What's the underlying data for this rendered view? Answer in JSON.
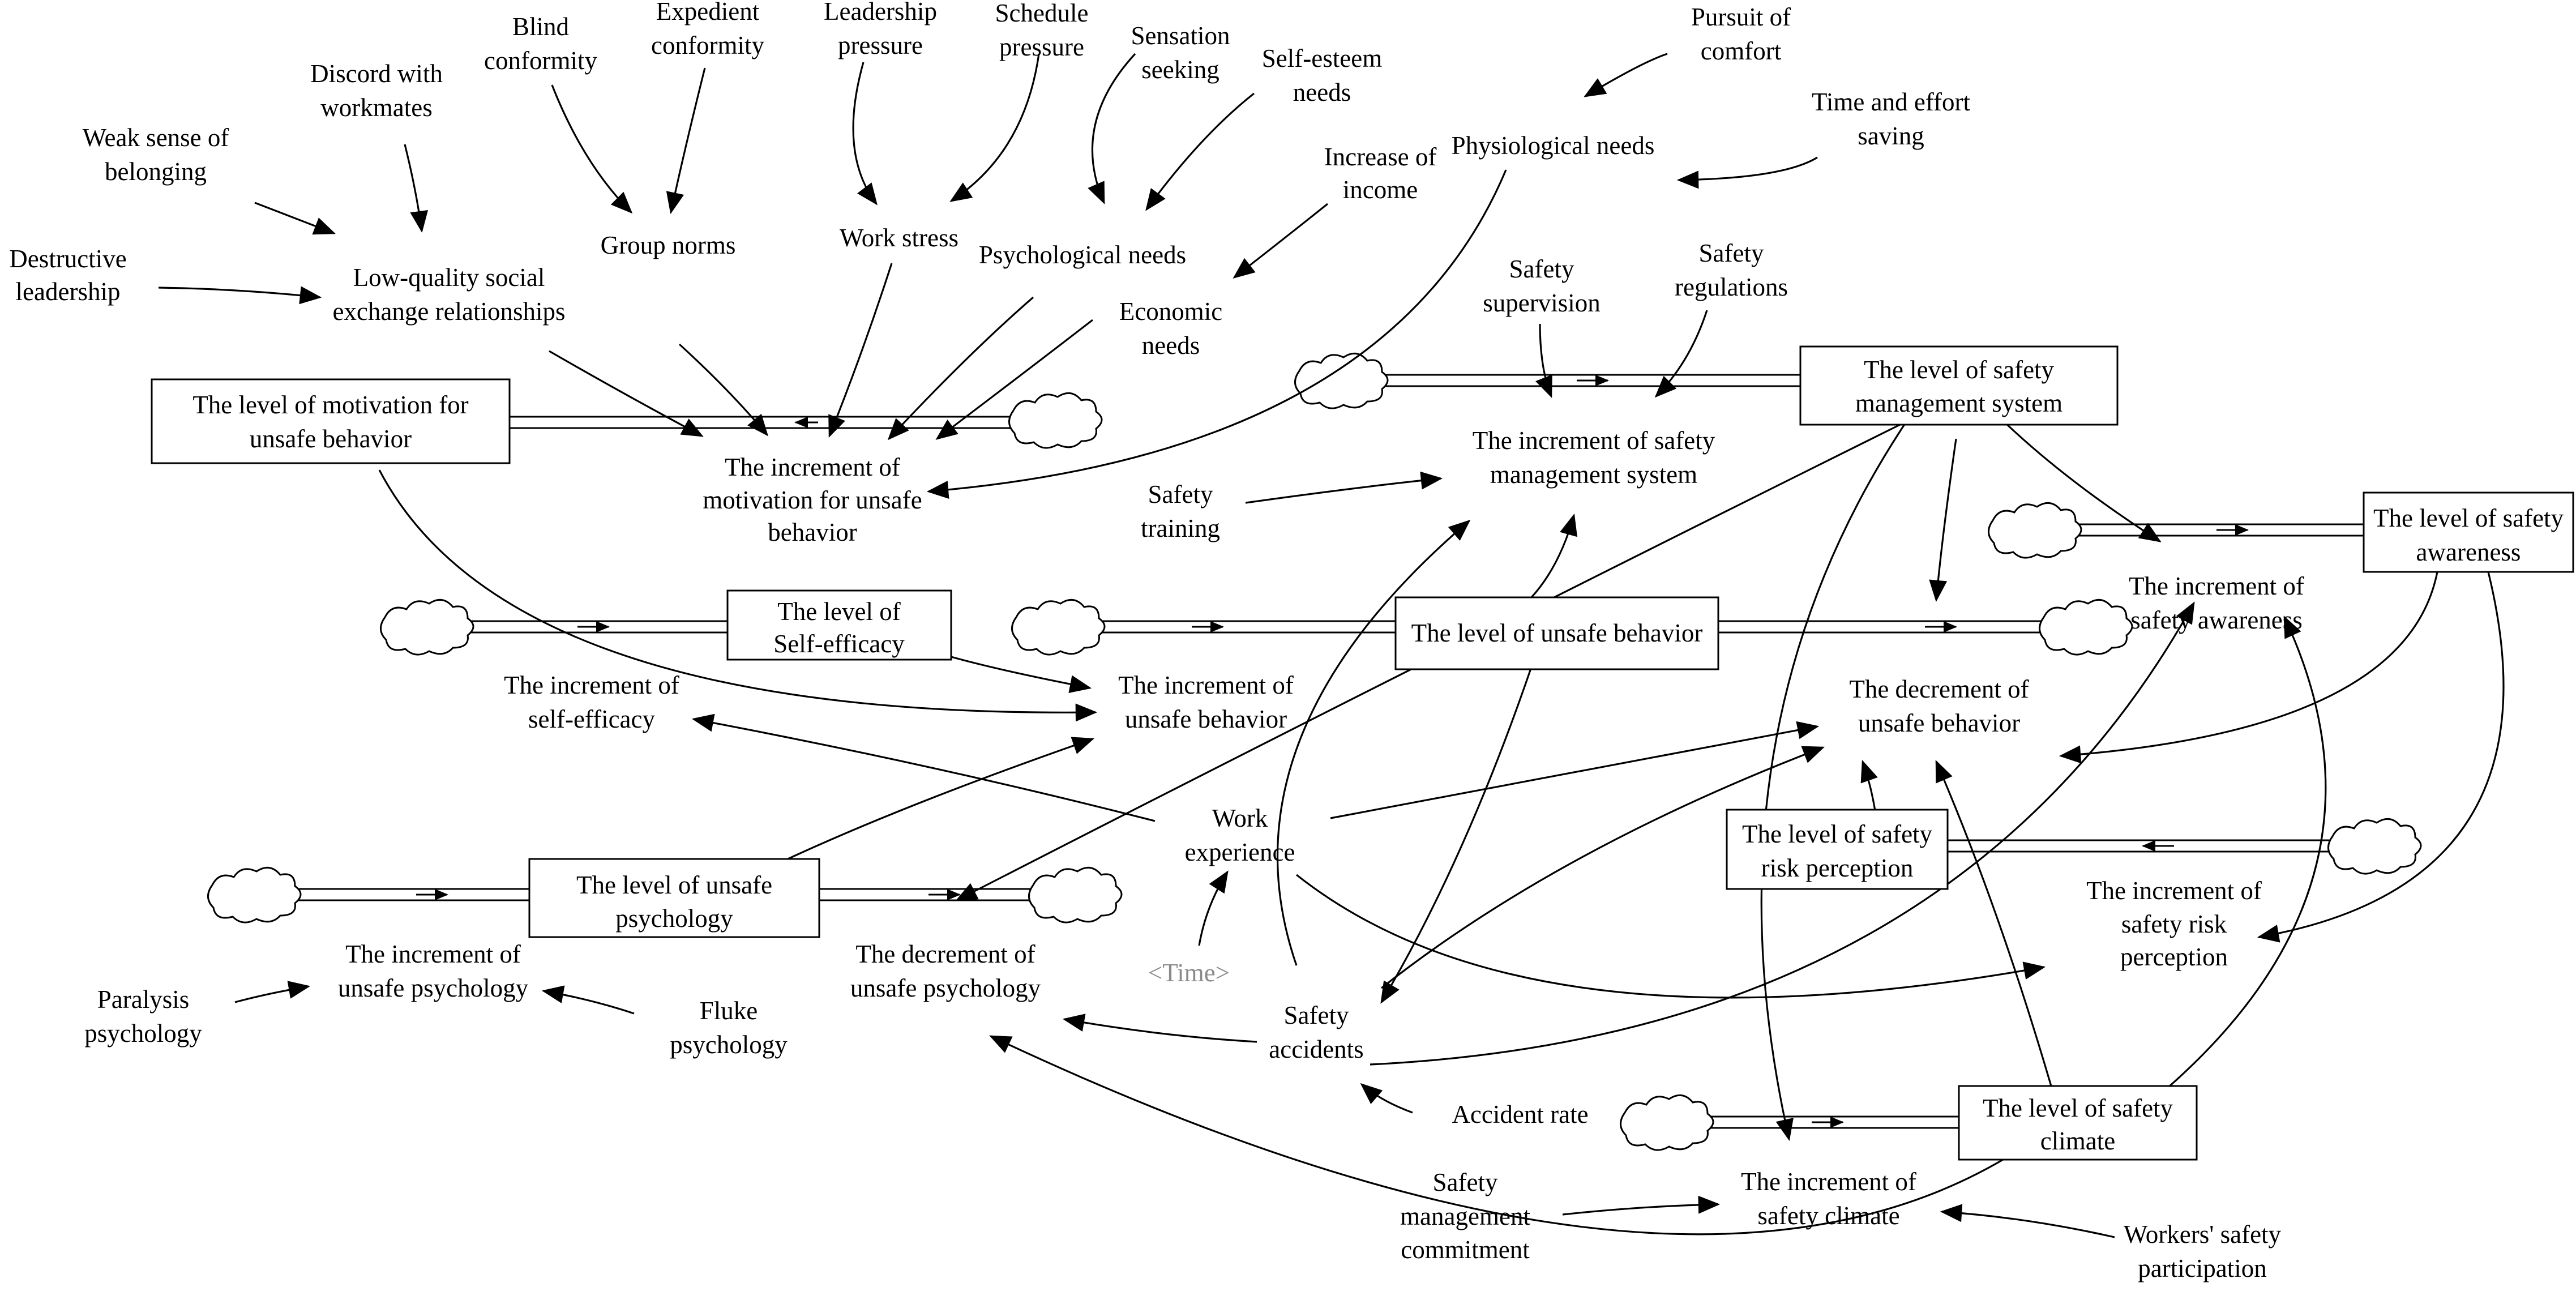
{
  "diagram": {
    "stocks": {
      "motivation": [
        "The level of motivation for",
        "unsafe behavior"
      ],
      "self_efficacy": [
        "The level of",
        "Self-efficacy"
      ],
      "unsafe_behavior": [
        "The level of unsafe behavior"
      ],
      "unsafe_psychology": [
        "The level of unsafe",
        "psychology"
      ],
      "safety_mgmt": [
        "The level of safety",
        "management system"
      ],
      "safety_awareness": [
        "The level of safety",
        "awareness"
      ],
      "risk_perception": [
        "The level of safety",
        "risk perception"
      ],
      "safety_climate": [
        "The level of safety",
        "climate"
      ]
    },
    "flows": {
      "inc_motivation": [
        "The increment of",
        "motivation for unsafe",
        "behavior"
      ],
      "inc_self_efficacy": [
        "The increment of",
        "self-efficacy"
      ],
      "inc_unsafe_behavior": [
        "The increment of",
        "unsafe behavior"
      ],
      "dec_unsafe_behavior": [
        "The decrement of",
        "unsafe behavior"
      ],
      "inc_unsafe_psychology": [
        "The increment of",
        "unsafe psychology"
      ],
      "dec_unsafe_psychology": [
        "The decrement of",
        "unsafe psychology"
      ],
      "inc_safety_mgmt": [
        "The increment of safety",
        "management system"
      ],
      "inc_safety_awareness": [
        "The increment of",
        "safety awareness"
      ],
      "inc_risk_perception": [
        "The increment of",
        "safety risk",
        "perception"
      ],
      "inc_safety_climate": [
        "The increment of",
        "safety climate"
      ]
    },
    "variables": {
      "destructive_leadership": [
        "Destructive",
        "leadership"
      ],
      "weak_belonging": [
        "Weak sense of",
        "belonging"
      ],
      "discord": [
        "Discord with",
        "workmates"
      ],
      "blind_conformity": [
        "Blind",
        "conformity"
      ],
      "expedient_conformity": [
        "Expedient",
        "conformity"
      ],
      "leadership_pressure": [
        "Leadership",
        "pressure"
      ],
      "schedule_pressure": [
        "Schedule",
        "pressure"
      ],
      "sensation_seeking": [
        "Sensation",
        "seeking"
      ],
      "self_esteem": [
        "Self-esteem",
        "needs"
      ],
      "pursuit_comfort": [
        "Pursuit of",
        "comfort"
      ],
      "time_effort": [
        "Time and effort",
        "saving"
      ],
      "low_quality": [
        "Low-quality social",
        "exchange relationships"
      ],
      "group_norms": [
        "Group norms"
      ],
      "work_stress": [
        "Work stress"
      ],
      "psych_needs": [
        "Psychological needs"
      ],
      "physio_needs": [
        "Physiological needs"
      ],
      "increase_income": [
        "Increase of",
        "income"
      ],
      "economic_needs": [
        "Economic",
        "needs"
      ],
      "safety_supervision": [
        "Safety",
        "supervision"
      ],
      "safety_regulations": [
        "Safety",
        "regulations"
      ],
      "safety_training": [
        "Safety",
        "training"
      ],
      "work_experience": [
        "Work",
        "experience"
      ],
      "time": [
        "<Time>"
      ],
      "safety_accidents": [
        "Safety",
        "accidents"
      ],
      "accident_rate": [
        "Accident rate"
      ],
      "paralysis": [
        "Paralysis",
        "psychology"
      ],
      "fluke": [
        "Fluke",
        "psychology"
      ],
      "mgmt_commitment": [
        "Safety",
        "management",
        "commitment"
      ],
      "workers_participation": [
        "Workers' safety",
        "participation"
      ]
    }
  }
}
